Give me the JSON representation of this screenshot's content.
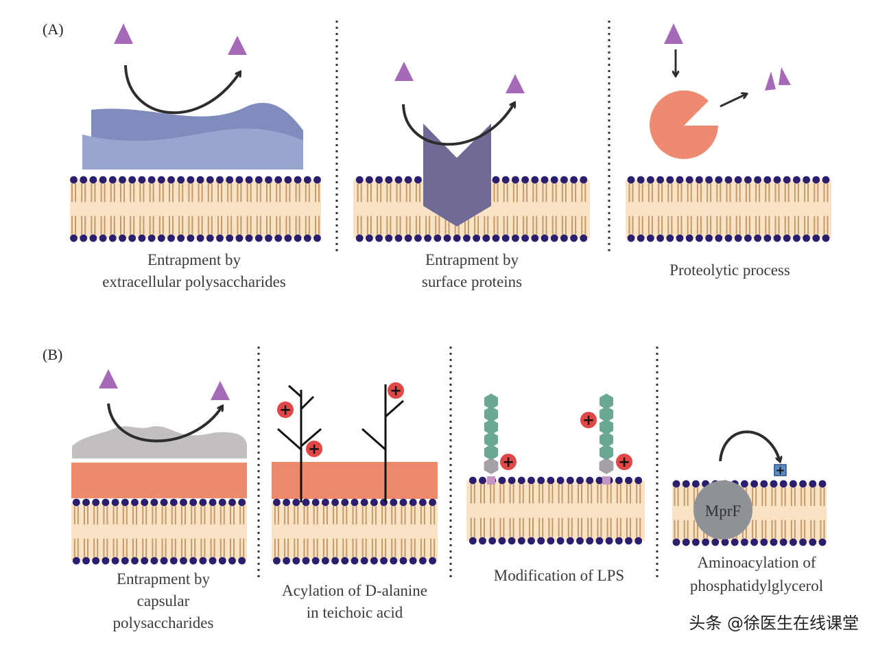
{
  "panels": {
    "a": {
      "label": "(A)",
      "captions": [
        [
          "Entrapment by",
          "extracellular polysaccharides"
        ],
        [
          "Entrapment by",
          "surface proteins"
        ],
        [
          "Proteolytic process"
        ]
      ]
    },
    "b": {
      "label": "(B)",
      "captions": [
        [
          "Entrapment by",
          "capsular",
          "polysaccharides"
        ],
        [
          "Acylation of D-alanine",
          "in teichoic acid"
        ],
        [
          "Modification of LPS"
        ],
        [
          "Aminoacylation of",
          "phosphatidylglycerol"
        ]
      ],
      "enzyme_label": "MprF",
      "charge_symbol": "+"
    }
  },
  "watermark": "头条 @徐医生在线课堂",
  "colors": {
    "peptide": "#a46ab8",
    "head_group": "#2a1e6e",
    "tail": "#c49a6c",
    "bilayer_core": "#f9e3c4",
    "polysaccharide_back": "#7f8cbd",
    "polysaccharide_front": "#9aa5cf",
    "surface_protein": "#6f6a96",
    "protease": "#ee8a72",
    "capsule": "#c3bfbf",
    "cell_wall": "#ee8a6c",
    "charge": "#e04848",
    "lps_sugar": "#6aa895",
    "lps_core": "#a6a1a6",
    "lipid_a": "#c595c5",
    "mprf": "#8e9196",
    "lysyl": "#5b8fc4",
    "arrow": "#2d2d2d"
  }
}
